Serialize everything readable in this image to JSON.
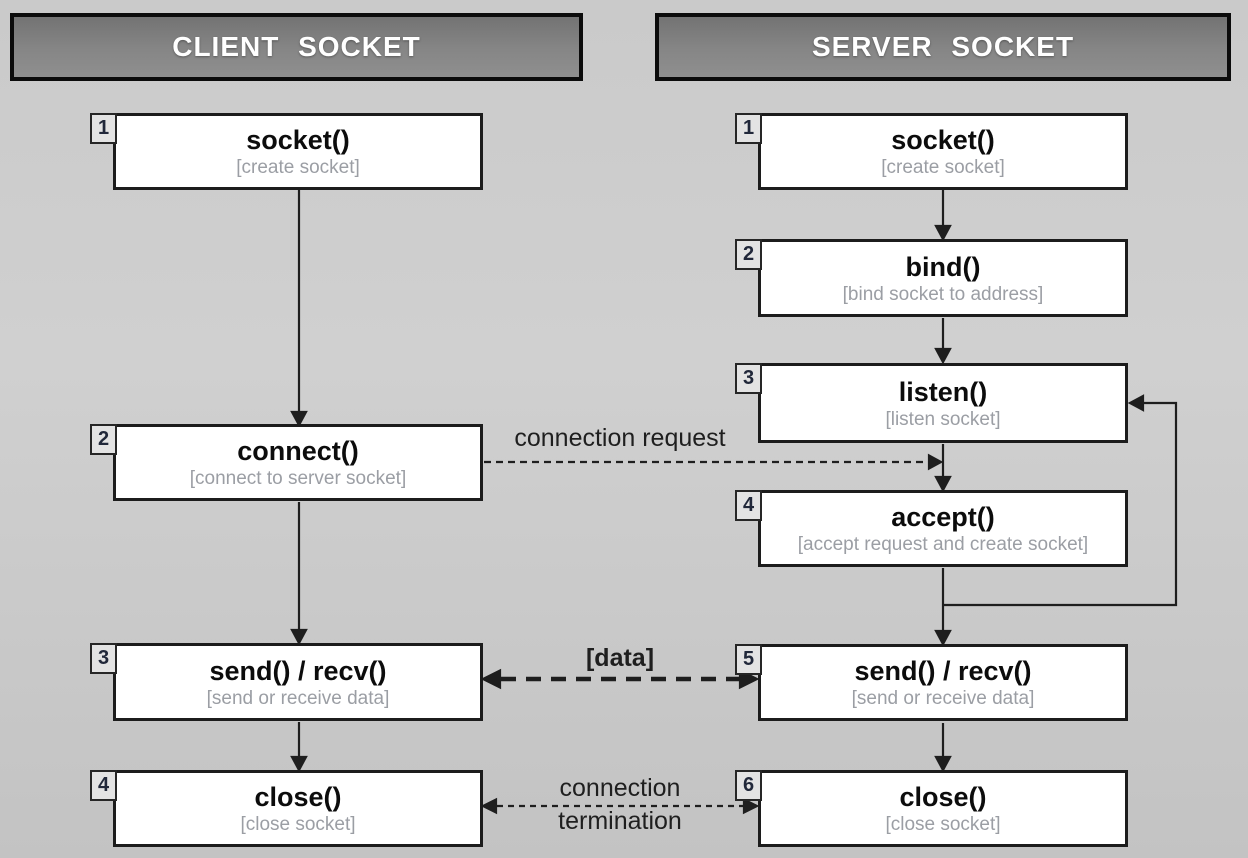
{
  "client": {
    "header": "CLIENT SOCKET",
    "boxes": [
      {
        "num": "1",
        "title": "socket()",
        "subtitle": "[create socket]"
      },
      {
        "num": "2",
        "title": "connect()",
        "subtitle": "[connect to server socket]"
      },
      {
        "num": "3",
        "title": "send() / recv()",
        "subtitle": "[send or receive data]"
      },
      {
        "num": "4",
        "title": "close()",
        "subtitle": "[close socket]"
      }
    ]
  },
  "server": {
    "header": "SERVER SOCKET",
    "boxes": [
      {
        "num": "1",
        "title": "socket()",
        "subtitle": "[create socket]"
      },
      {
        "num": "2",
        "title": "bind()",
        "subtitle": "[bind socket to address]"
      },
      {
        "num": "3",
        "title": "listen()",
        "subtitle": "[listen socket]"
      },
      {
        "num": "4",
        "title": "accept()",
        "subtitle": "[accept request and create socket]"
      },
      {
        "num": "5",
        "title": "send() / recv()",
        "subtitle": "[send or receive data]"
      },
      {
        "num": "6",
        "title": "close()",
        "subtitle": "[close socket]"
      }
    ]
  },
  "edges": {
    "connection_request": "connection request",
    "data": "[data]",
    "termination_line1": "connection",
    "termination_line2": "termination"
  },
  "colors": {
    "background": "#c9c9c9",
    "header_fill_top": "#737373",
    "header_fill_bottom": "#8f8f8f",
    "header_text": "#ffffff",
    "box_bg": "#ffffff",
    "box_border": "#1c1c1c",
    "subtitle_text": "#9b9ea4",
    "arrow": "#1e1e1e",
    "tab_bg": "#e3e3e3"
  }
}
